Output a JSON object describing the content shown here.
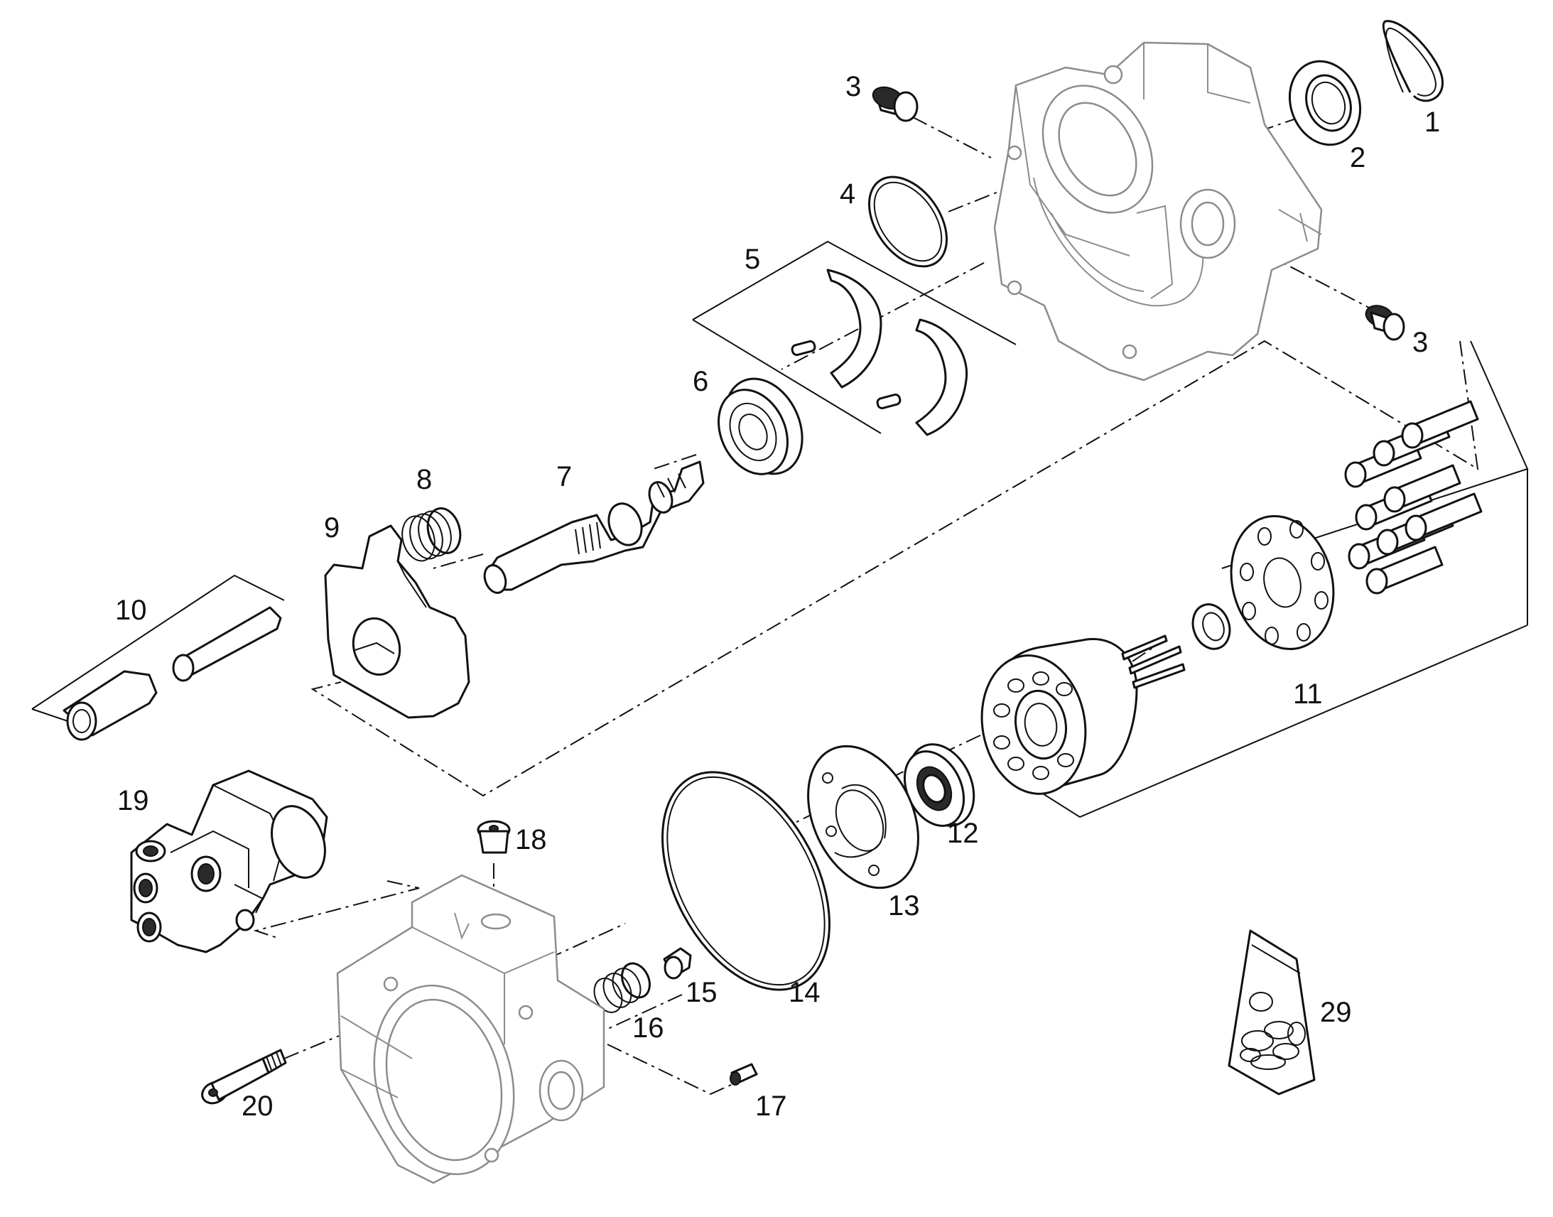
{
  "parts": [
    {
      "key": "p1",
      "label": "1"
    },
    {
      "key": "p2",
      "label": "2"
    },
    {
      "key": "p3a",
      "label": "3"
    },
    {
      "key": "p3b",
      "label": "3"
    },
    {
      "key": "p4",
      "label": "4"
    },
    {
      "key": "p5",
      "label": "5"
    },
    {
      "key": "p6",
      "label": "6"
    },
    {
      "key": "p7",
      "label": "7"
    },
    {
      "key": "p8",
      "label": "8"
    },
    {
      "key": "p9",
      "label": "9"
    },
    {
      "key": "p10",
      "label": "10"
    },
    {
      "key": "p11",
      "label": "11"
    },
    {
      "key": "p12",
      "label": "12"
    },
    {
      "key": "p13",
      "label": "13"
    },
    {
      "key": "p14",
      "label": "14"
    },
    {
      "key": "p15",
      "label": "15"
    },
    {
      "key": "p16",
      "label": "16"
    },
    {
      "key": "p17",
      "label": "17"
    },
    {
      "key": "p18",
      "label": "18"
    },
    {
      "key": "p19",
      "label": "19"
    },
    {
      "key": "p20",
      "label": "20"
    },
    {
      "key": "p29",
      "label": "29"
    }
  ]
}
